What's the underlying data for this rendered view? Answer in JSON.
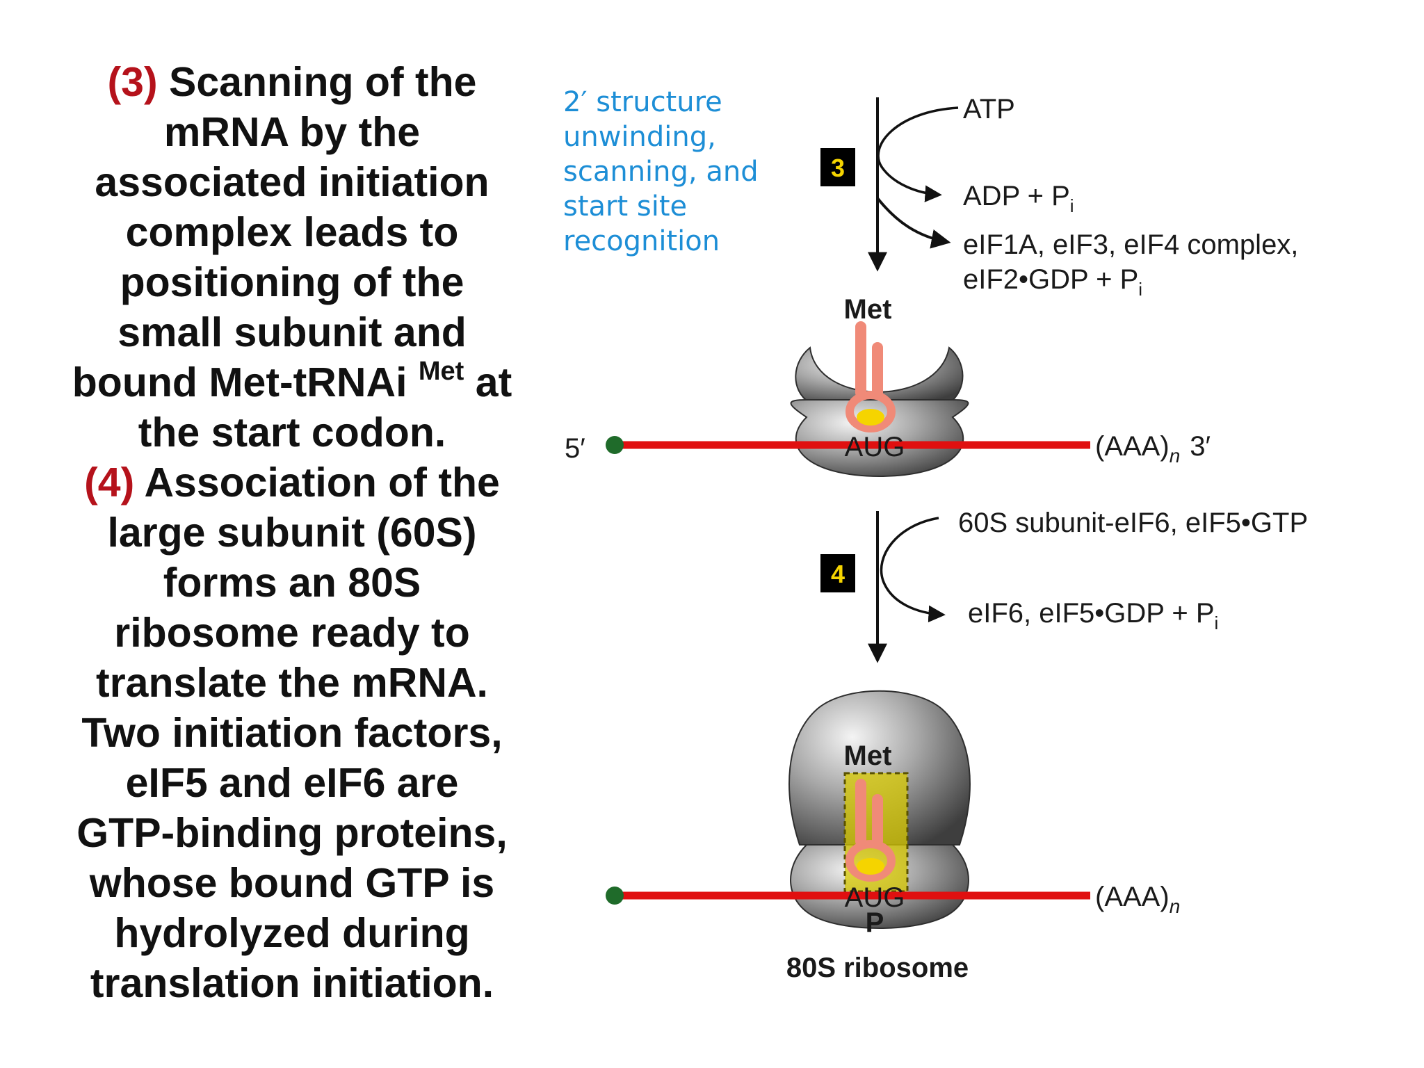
{
  "left_text": {
    "step3_num": "(3)",
    "step3_lines": [
      "Scanning of the",
      "mRNA by the",
      "associated initiation",
      "complex leads to",
      "positioning of the",
      "small subunit and"
    ],
    "line7_pre": "bound Met-tRNAi",
    "line7_sup": "Met",
    "line7_post": "at",
    "line8": "the start codon.",
    "step4_num": "(4)",
    "step4_first": "Association of the",
    "step4_lines": [
      "large subunit (60S)",
      "forms an 80S",
      "ribosome ready to",
      "translate the mRNA.",
      "Two initiation factors,",
      "eIF5  and eIF6 are",
      "GTP-binding proteins,",
      "whose bound GTP is",
      "hydrolyzed during",
      "translation initiation."
    ]
  },
  "diagram": {
    "blue_label": [
      "2′ structure",
      "unwinding,",
      "scanning, and",
      "start site",
      "recognition"
    ],
    "step3_badge": "3",
    "step4_badge": "4",
    "atp": "ATP",
    "adp_base": "ADP + P",
    "sub_i": "i",
    "release_line1": "eIF1A, eIF3, eIF4 complex,",
    "release_line2_base": "eIF2•GDP + P",
    "met_top": "Met",
    "five_prime": "5′",
    "aug_top": "AUG",
    "polya_top": "(AAA)",
    "sub_n": "n",
    "three_prime": "3′",
    "step4_in": "60S subunit-eIF6, eIF5•GTP",
    "step4_out_base": "eIF6, eIF5•GDP + P",
    "met_bottom": "Met",
    "aug_bottom": "AUG",
    "p_site": "P",
    "polya_bottom": "(AAA)",
    "ribosome_label": "80S ribosome"
  },
  "colors": {
    "step_number": "#b5121b",
    "blue_label": "#1d8ed6",
    "mrna": "#e01010",
    "cap": "#1f6b2a",
    "trna": "#f08a78",
    "badge_text": "#f5d400",
    "p_site_box": "#c9b800"
  }
}
